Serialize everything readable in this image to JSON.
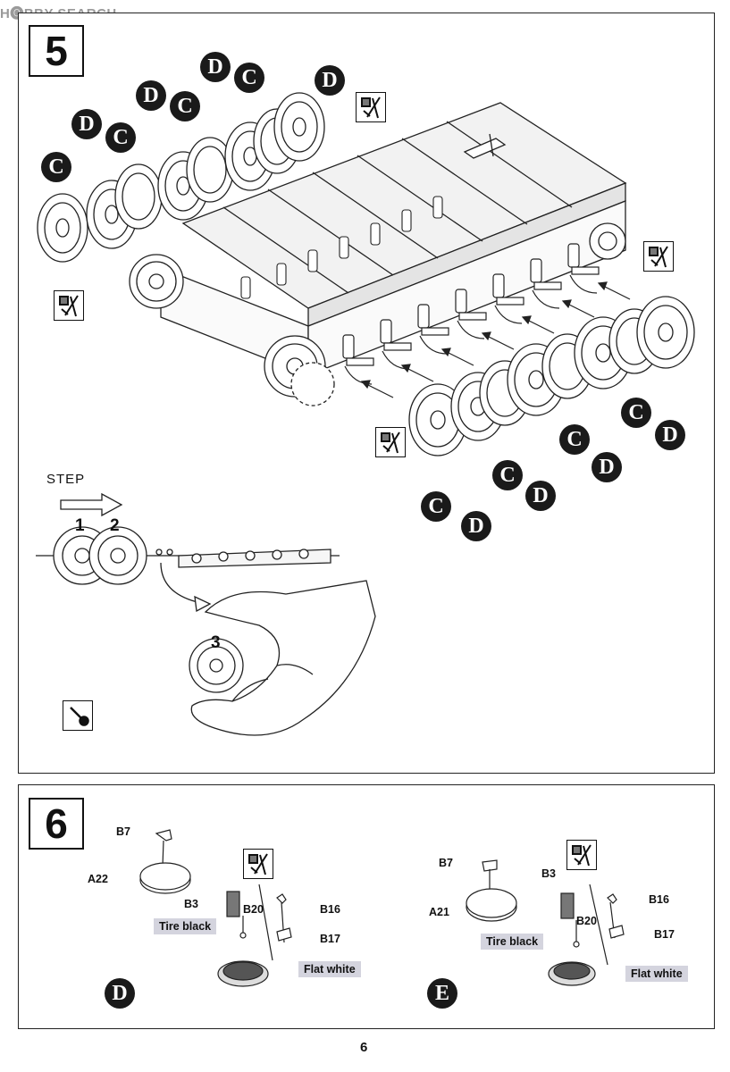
{
  "watermark": "H🅞BBY SEARCH",
  "step5": {
    "number": "5",
    "callouts_top": [
      "C",
      "D",
      "C",
      "D",
      "C",
      "D",
      "C",
      "D"
    ],
    "callouts_bottom": [
      "C",
      "D",
      "C",
      "D",
      "C",
      "D",
      "C",
      "D"
    ],
    "step_label": "STEP",
    "order": [
      "1",
      "2",
      "3"
    ]
  },
  "step6": {
    "number": "6",
    "left": {
      "variant": "D",
      "parts": {
        "top_part": "B7",
        "base": "A22",
        "hatch": "B3",
        "pin": "B20",
        "bracket": "B16",
        "lever": "B17"
      },
      "paints": {
        "tire": "Tire black",
        "flat": "Flat white"
      }
    },
    "right": {
      "variant": "E",
      "parts": {
        "top_part": "B7",
        "base": "A21",
        "hatch": "B3",
        "pin": "B20",
        "bracket": "B16",
        "lever": "B17"
      },
      "paints": {
        "tire": "Tire black",
        "flat": "Flat white"
      }
    }
  },
  "page_number": "6",
  "icons": [
    "no-glue-icon",
    "cement-icon",
    "direction-arrow-icon",
    "hand-icon",
    "road-wheel-icon",
    "sprocket-icon"
  ]
}
